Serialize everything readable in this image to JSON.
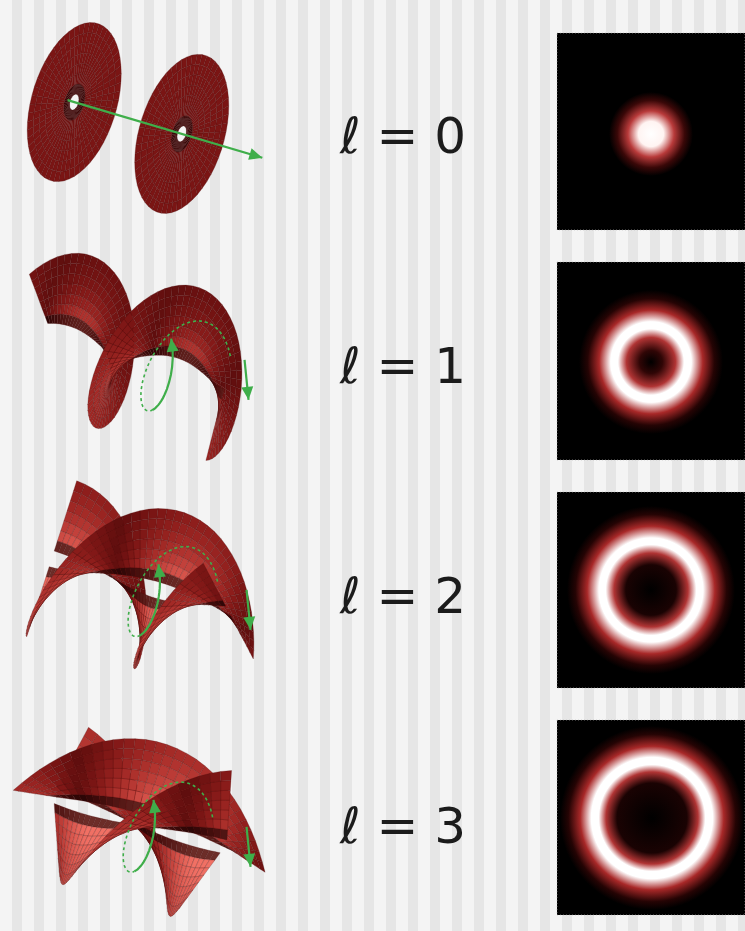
{
  "diagram": {
    "labels": [
      "ℓ = 0",
      "ℓ = 1",
      "ℓ = 2",
      "ℓ = 3"
    ]
  }
}
